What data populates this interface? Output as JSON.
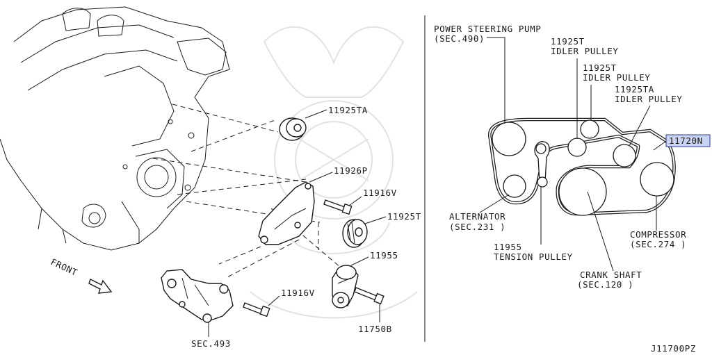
{
  "left_view": {
    "callouts": {
      "idler_ta": "11925TA",
      "bracket": "11926P",
      "bolt_upper": "11916V",
      "idler_t": "11925T",
      "tensioner": "11955",
      "bolt_lower": "11916V",
      "bolt_tensioner": "11750B",
      "section": "SEC.493"
    },
    "front_label": "FRONT"
  },
  "right_view": {
    "power_steering": {
      "line1": "POWER STEERING PUMP",
      "line2": "(SEC.490)"
    },
    "idler_t": {
      "line1": "11925T",
      "line2": "IDLER PULLEY"
    },
    "idler_t2": {
      "line1": "11925T",
      "line2": "IDLER PULLEY"
    },
    "idler_ta": {
      "line1": "11925TA",
      "line2": "IDLER PULLEY"
    },
    "belt_part": "11720N",
    "alternator": {
      "line1": "ALTERNATOR",
      "line2": "(SEC.231 )"
    },
    "tension_pulley": {
      "line1": "11955",
      "line2": "TENSION PULLEY"
    },
    "compressor": {
      "line1": "COMPRESSOR",
      "line2": "(SEC.274 )"
    },
    "crank": {
      "line1": "CRANK SHAFT",
      "line2": "(SEC.120 )"
    }
  },
  "figure_code": "J11700PZ",
  "colors": {
    "highlight_fill": "#c9d3f2",
    "highlight_stroke": "#2b3a8c",
    "ink": "#1a1a1a"
  }
}
